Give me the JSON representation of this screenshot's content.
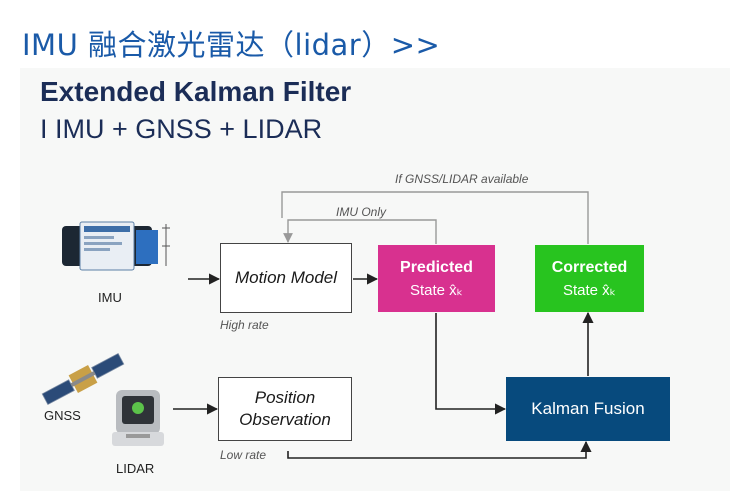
{
  "header": {
    "title": "IMU 融合激光雷达（lidar）>>"
  },
  "diagram": {
    "title": "Extended Kalman Filter",
    "subtitle": "I IMU + GNSS + LIDAR",
    "boxes": {
      "motion_model": "Motion Model",
      "position_observation_line1": "Position",
      "position_observation_line2": "Observation",
      "predicted_title": "Predicted",
      "predicted_state": "State x̂ₖ",
      "corrected_title": "Corrected",
      "corrected_state": "State x̂ₖ",
      "kalman_fusion": "Kalman Fusion"
    },
    "labels": {
      "gnss_lidar_available": "If GNSS/LIDAR available",
      "imu_only": "IMU Only",
      "high_rate": "High rate",
      "low_rate": "Low rate"
    },
    "devices": {
      "imu": "IMU",
      "gnss": "GNSS",
      "lidar": "LIDAR"
    },
    "colors": {
      "predicted": "#d8318f",
      "corrected": "#28c41f",
      "kalman_fusion": "#074a7d",
      "title": "#1b2d57",
      "header": "#1a5aa8"
    }
  }
}
